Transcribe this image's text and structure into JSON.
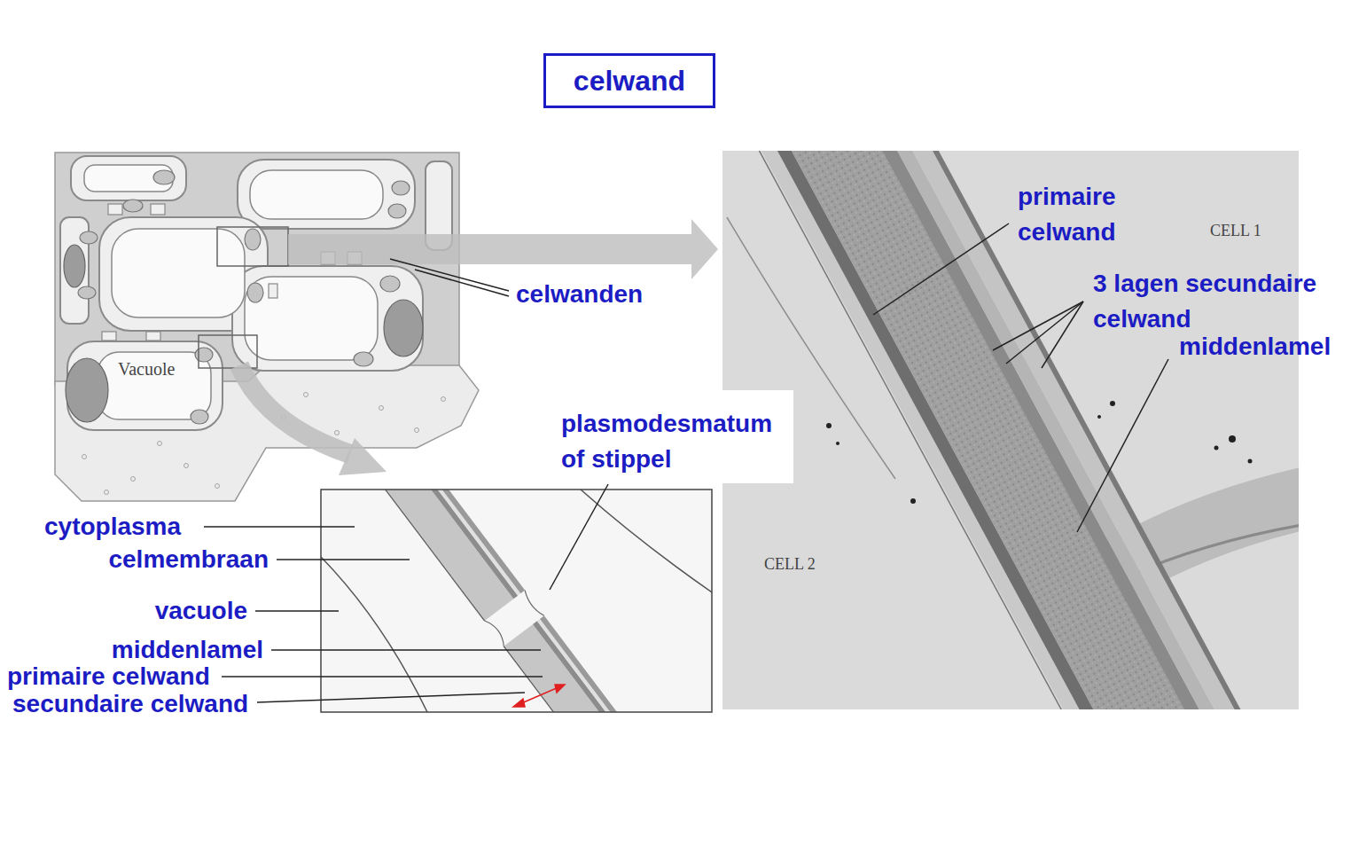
{
  "diagram": {
    "title": "celwand",
    "labels": [
      "celwanden",
      "Vacuole",
      "plasmodesmatum of stippel",
      "cytoplasma",
      "celmembraan",
      "vacuole",
      "middenlamel",
      "primaire celwand",
      "secundaire celwand",
      "primaire celwand",
      "CELL 1",
      "3 lagen secundaire celwand",
      "middenlamel",
      "CELL 2"
    ]
  }
}
